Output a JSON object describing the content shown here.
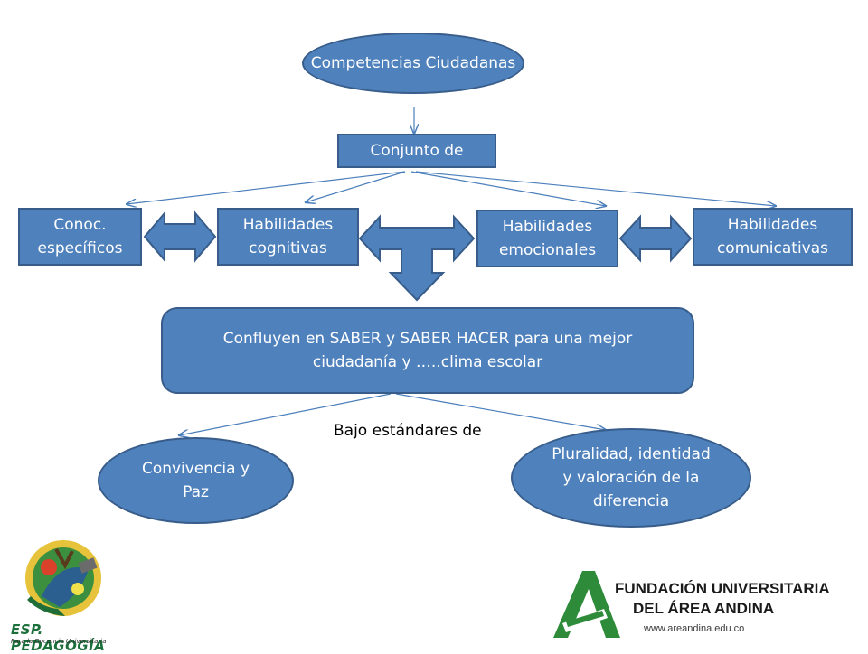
{
  "diagram": {
    "root": "Competencias Ciudadanas",
    "set": "Conjunto de",
    "skills": {
      "knowledge": "Conoc. específicos",
      "cognitive": "Habilidades cognitivas",
      "emotional": "Habilidades emocionales",
      "communicative": "Habilidades comunicativas"
    },
    "result": "Confluyen en SABER y SABER HACER para una mejor ciudadanía y …..clima escolar",
    "standards_label": "Bajo estándares de",
    "standards": {
      "coexistence": "Convivencia y Paz",
      "plurality": "Pluralidad, identidad y valoración de la diferencia"
    }
  },
  "footer": {
    "left_logo_title": "ESP. PEDAGOGÍA",
    "left_logo_subtitle": "Para la Docencia Universitaria",
    "right_logo_line1": "FUNDACIÓN UNIVERSITARIA",
    "right_logo_line2": "DEL ÁREA ANDINA",
    "right_logo_url": "www.areandina.edu.co"
  },
  "colors": {
    "fill": "#4f81bd",
    "stroke": "#385d8a",
    "connector": "#4a7ebb",
    "logo_green": "#2e8b3a",
    "logo_dark": "#1a1a1a"
  }
}
